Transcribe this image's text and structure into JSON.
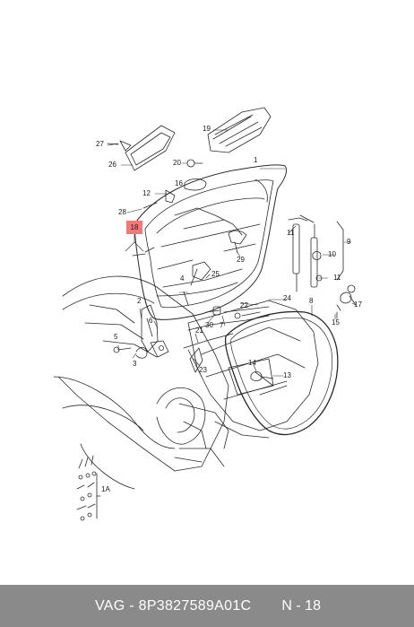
{
  "diagram": {
    "callouts": {
      "c1": "1",
      "c2": "2",
      "c3": "3",
      "c4": "4",
      "c5": "5",
      "c6": "6",
      "c7": "7",
      "c8": "8",
      "c9": "9",
      "c10": "10",
      "c11": "11",
      "c12": "12",
      "c13": "13",
      "c14": "14",
      "c15": "15",
      "c16": "16",
      "c17": "17",
      "c18": "18",
      "c19": "19",
      "c20": "20",
      "c21": "21",
      "c22": "22",
      "c23": "23",
      "c24": "24",
      "c25": "25",
      "c26": "26",
      "c27": "27",
      "c28": "28",
      "c29": "29",
      "c30": "30",
      "c1A": "1A"
    },
    "highlighted_part": "18",
    "highlight_color": "#f07a7a"
  },
  "footer": {
    "part_code": "VAG - 8P3827589A01C",
    "position_ref": "N - 18",
    "background": "#8a8a8a"
  }
}
